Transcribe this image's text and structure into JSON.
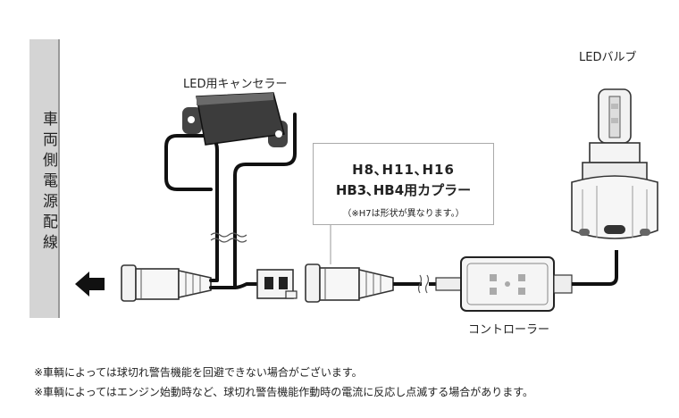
{
  "labels": {
    "side_power": "車両側電源配線",
    "canceller": "LED用キャンセラー",
    "bulb": "LEDバルブ",
    "controller": "コントローラー"
  },
  "callout": {
    "line1": "H8､H11､H16",
    "line2": "HB3､HB4用カプラー",
    "line3": "（※H7は形状が異なります。）"
  },
  "notes": [
    "※車輌によっては球切れ警告機能を回避できない場合がございます。",
    "※車輌によってはエンジン始動時など、球切れ警告機能作動時の電流に反応し点滅する場合があります。"
  ]
}
